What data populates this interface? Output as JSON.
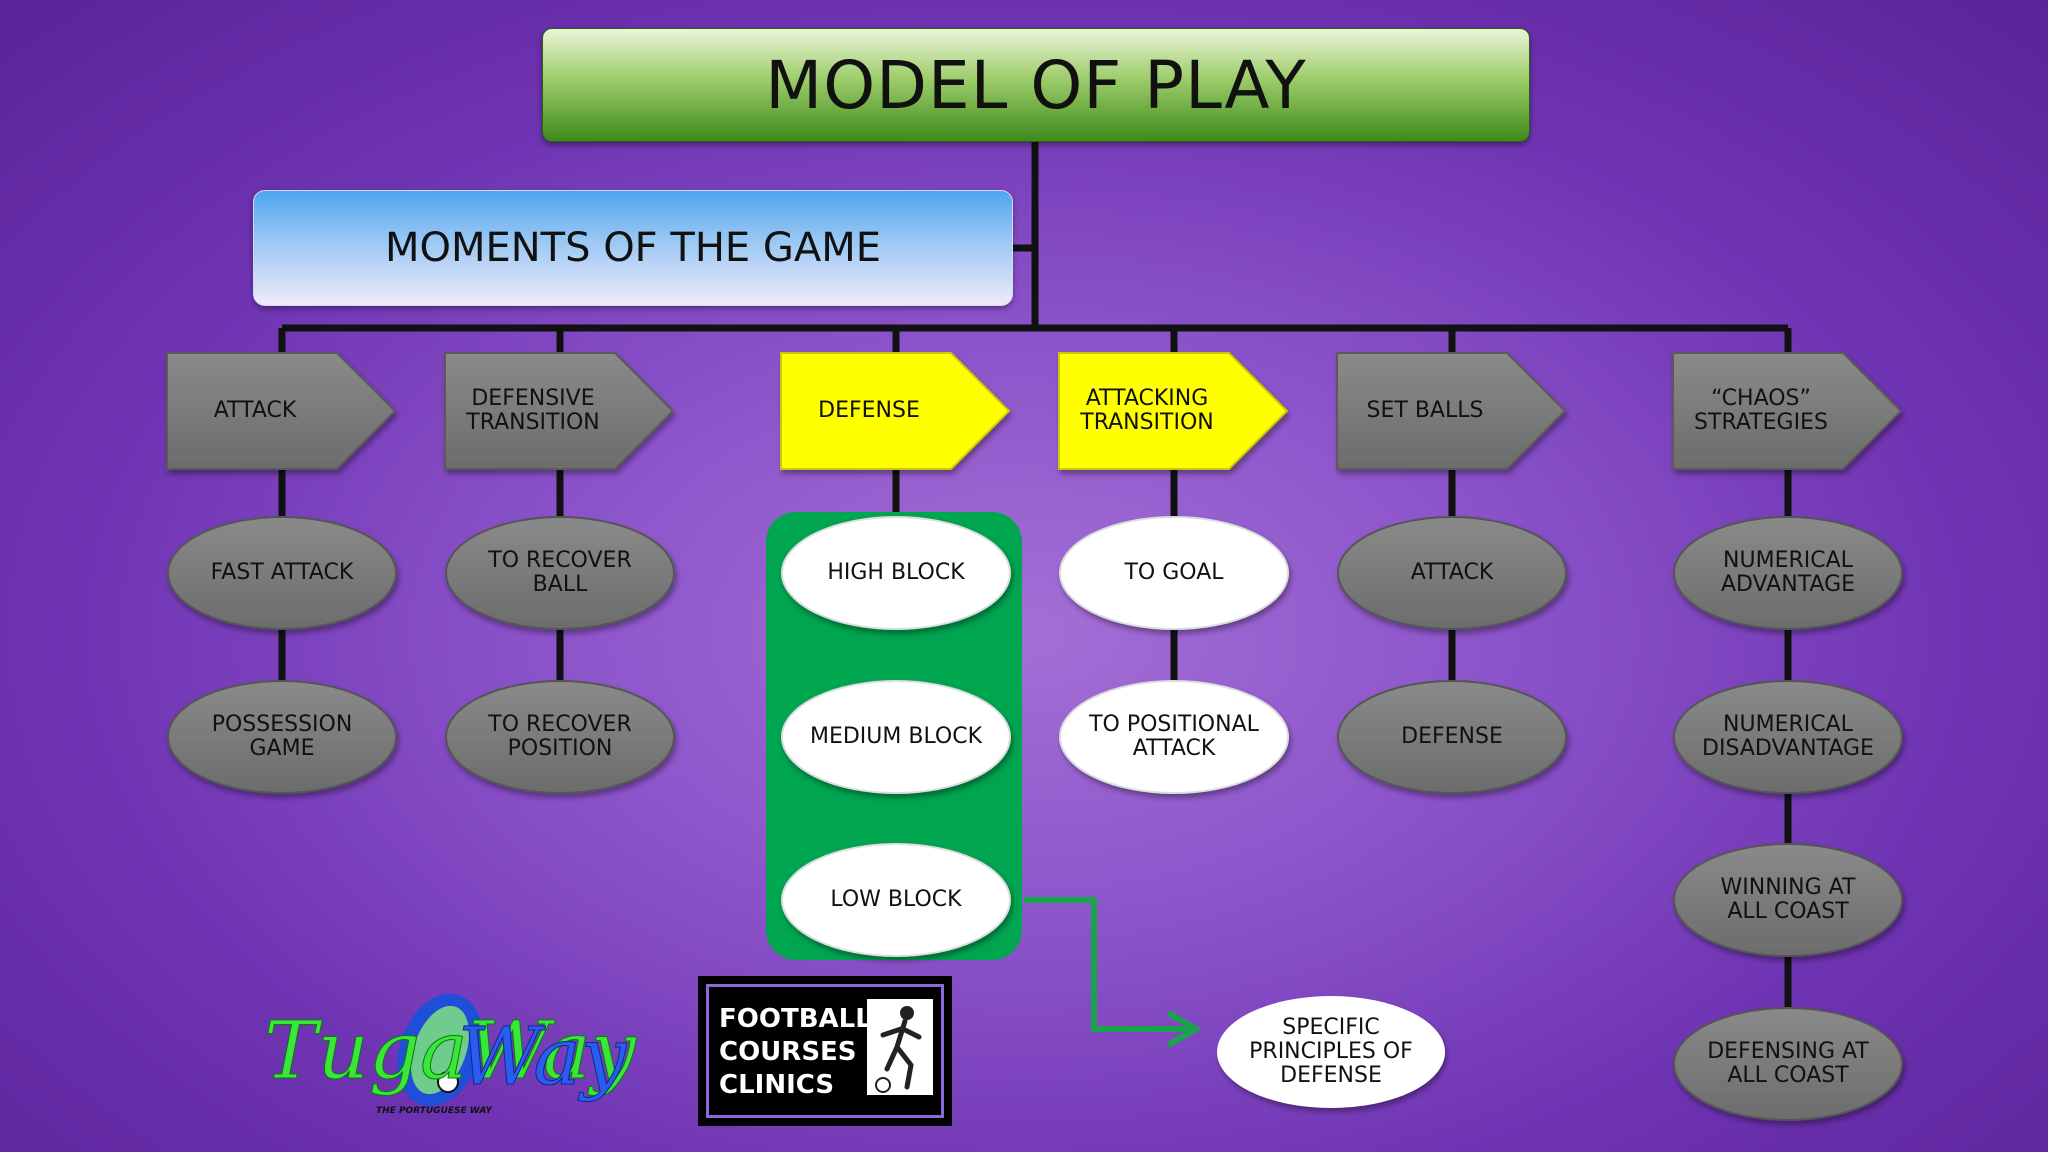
{
  "title": "MODEL OF PLAY",
  "subtitle": "MOMENTS OF THE GAME",
  "moments": [
    {
      "label": "ATTACK",
      "style": "gray",
      "children": [
        {
          "label": "FAST ATTACK"
        },
        {
          "label": "POSSESSION\nGAME"
        }
      ]
    },
    {
      "label": "DEFENSIVE\nTRANSITION",
      "style": "gray",
      "children": [
        {
          "label": "TO RECOVER\nBALL"
        },
        {
          "label": "TO RECOVER\nPOSITION"
        }
      ]
    },
    {
      "label": "DEFENSE",
      "style": "yellow",
      "children": [
        {
          "label": "HIGH BLOCK"
        },
        {
          "label": "MEDIUM BLOCK"
        },
        {
          "label": "LOW BLOCK"
        }
      ]
    },
    {
      "label": "ATTACKING\nTRANSITION",
      "style": "yellow",
      "children": [
        {
          "label": "TO GOAL"
        },
        {
          "label": "TO POSITIONAL\nATTACK"
        }
      ]
    },
    {
      "label": "SET BALLS",
      "style": "gray",
      "children": [
        {
          "label": "ATTACK"
        },
        {
          "label": "DEFENSE"
        }
      ]
    },
    {
      "label": "“CHAOS”\nSTRATEGIES",
      "style": "gray",
      "children": [
        {
          "label": "NUMERICAL\nADVANTAGE"
        },
        {
          "label": "NUMERICAL\nDISADVANTAGE"
        },
        {
          "label": "WINNING AT\nALL COAST"
        },
        {
          "label": "DEFENSING AT\nALL COAST"
        }
      ]
    }
  ],
  "callout": "SPECIFIC\nPRINCIPLES OF\nDEFENSE",
  "logo": {
    "text": "TugaWay",
    "tagline": "THE PORTUGUESE WAY"
  },
  "badge": {
    "text": "FOOTBALL\nCOURSES &\nCLINICS"
  },
  "colors": {
    "gray_fill": "#7a7a7a",
    "yellow_fill": "#ffff00",
    "white_fill": "#ffffff",
    "highlight_green": "#00a550",
    "arrow_green": "#1aa34a",
    "connector": "#111111"
  }
}
